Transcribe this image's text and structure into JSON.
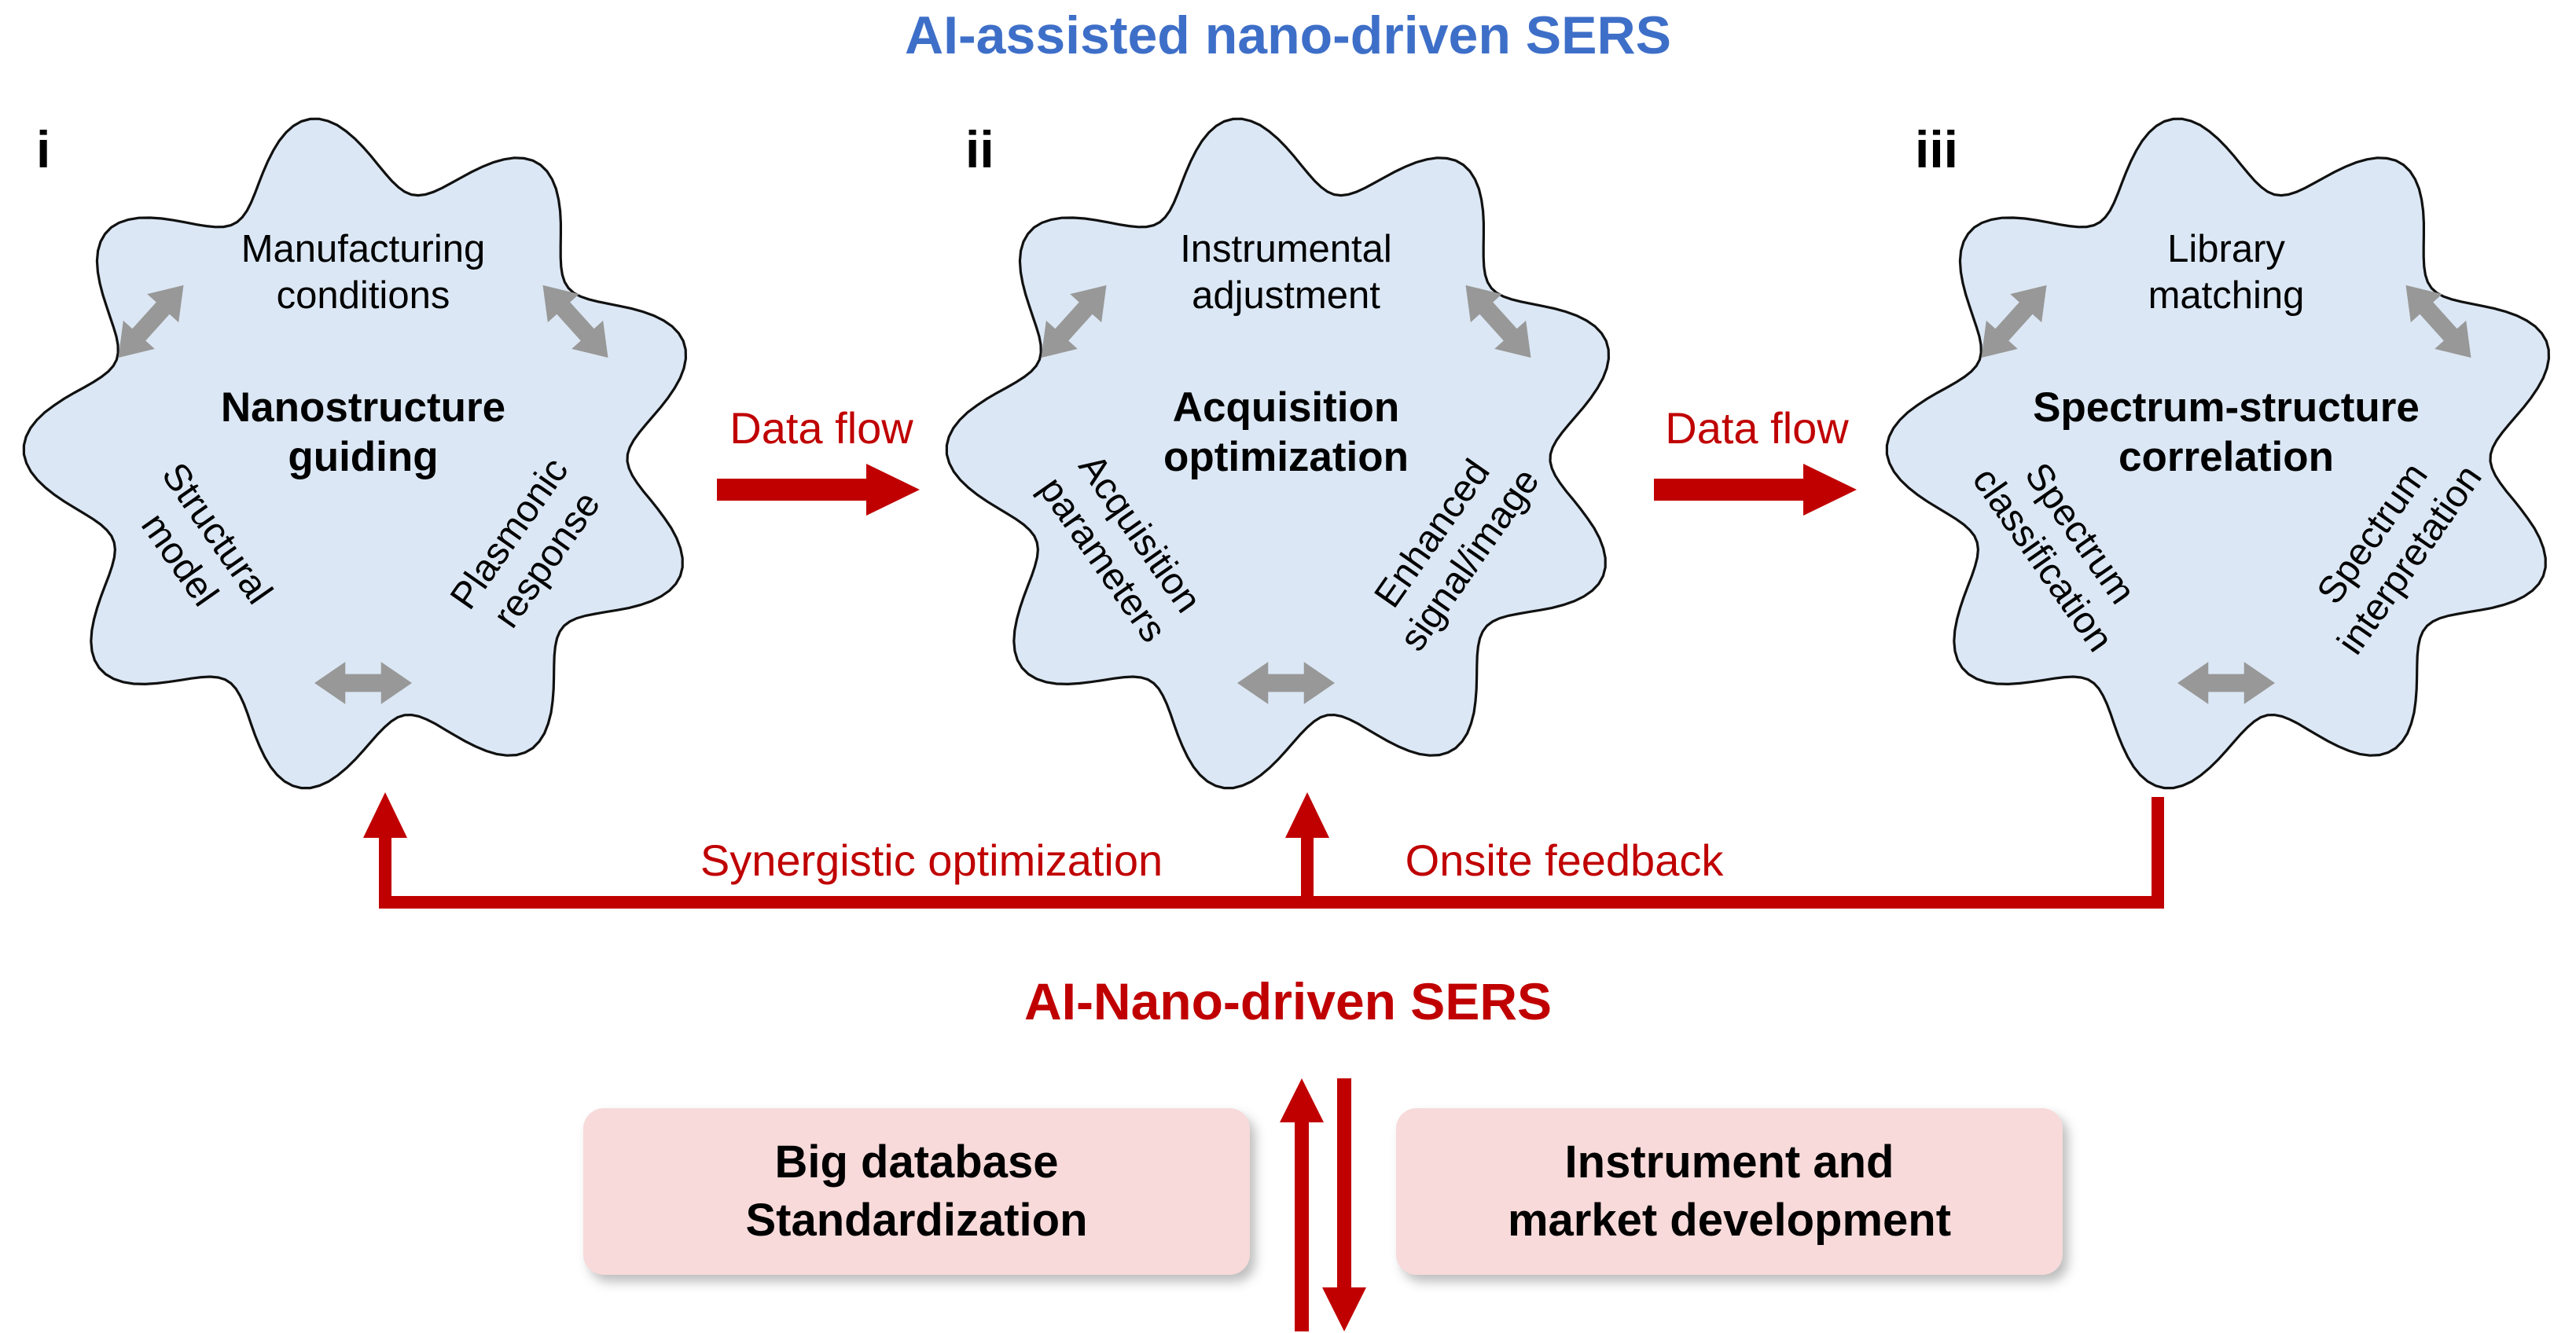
{
  "title": "AI-assisted nano-driven SERS",
  "subtitle": "AI-Nano-driven SERS",
  "colors": {
    "title_blue": "#3e6fc8",
    "red": "#c00000",
    "gear_fill": "#dbe7f4",
    "gear_stroke": "#111111",
    "arrow_gray": "#989898",
    "box_pink": "#f8dada"
  },
  "gears": [
    {
      "numeral": "i",
      "top": "Manufacturing\nconditions",
      "center": "Nanostructure\nguiding",
      "left": "Structural\nmodel",
      "right": "Plasmonic\nresponse"
    },
    {
      "numeral": "ii",
      "top": "Instrumental\nadjustment",
      "center": "Acquisition\noptimization",
      "left": "Acquisition\nparameters",
      "right": "Enhanced\nsignal/image"
    },
    {
      "numeral": "iii",
      "top": "Library\nmatching",
      "center": "Spectrum-structure\ncorrelation",
      "left": "Spectrum\nclassification",
      "right": "Spectrum\ninterpretation"
    }
  ],
  "arrows": {
    "data_flow_left": "Data flow",
    "data_flow_right": "Data flow",
    "synergistic": "Synergistic optimization",
    "onsite": "Onsite feedback"
  },
  "boxes": {
    "left": "Big database\nStandardization",
    "right": "Instrument and\nmarket development"
  }
}
